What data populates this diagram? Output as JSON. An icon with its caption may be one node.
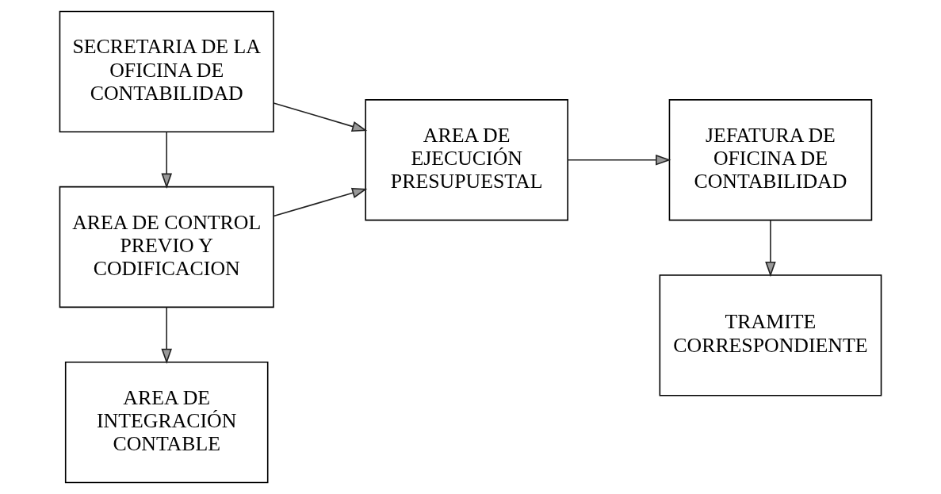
{
  "diagram": {
    "nodes": [
      {
        "text": [
          "SECRETARIA DE LA OFICINA DE CONTABILIDAD"
        ]
      },
      {
        "text": [
          "AREA DE CONTROL PREVIO Y CODIFICACION"
        ]
      },
      {
        "text": [
          "AREA DE INTEGRACIÓN CONTABLE"
        ]
      },
      {
        "text": [
          "AREA DE EJECUCIÓN PRESUPUESTAL"
        ]
      },
      {
        "text": [
          "JEFATURA DE OFICINA DE CONTABILIDAD"
        ]
      },
      {
        "text": [
          "TRAMITE CORRESPONDIENTE"
        ]
      }
    ],
    "edges": [
      {
        "from": 0,
        "to": 1,
        "arrow": "to"
      },
      {
        "from": 0,
        "to": 3,
        "arrow": "to"
      },
      {
        "from": 1,
        "to": 3,
        "arrow": "to"
      },
      {
        "from": 1,
        "to": 2,
        "arrow": "to"
      },
      {
        "from": 3,
        "to": 4,
        "arrow": "to"
      },
      {
        "from": 4,
        "to": 5,
        "arrow": "to"
      }
    ]
  }
}
